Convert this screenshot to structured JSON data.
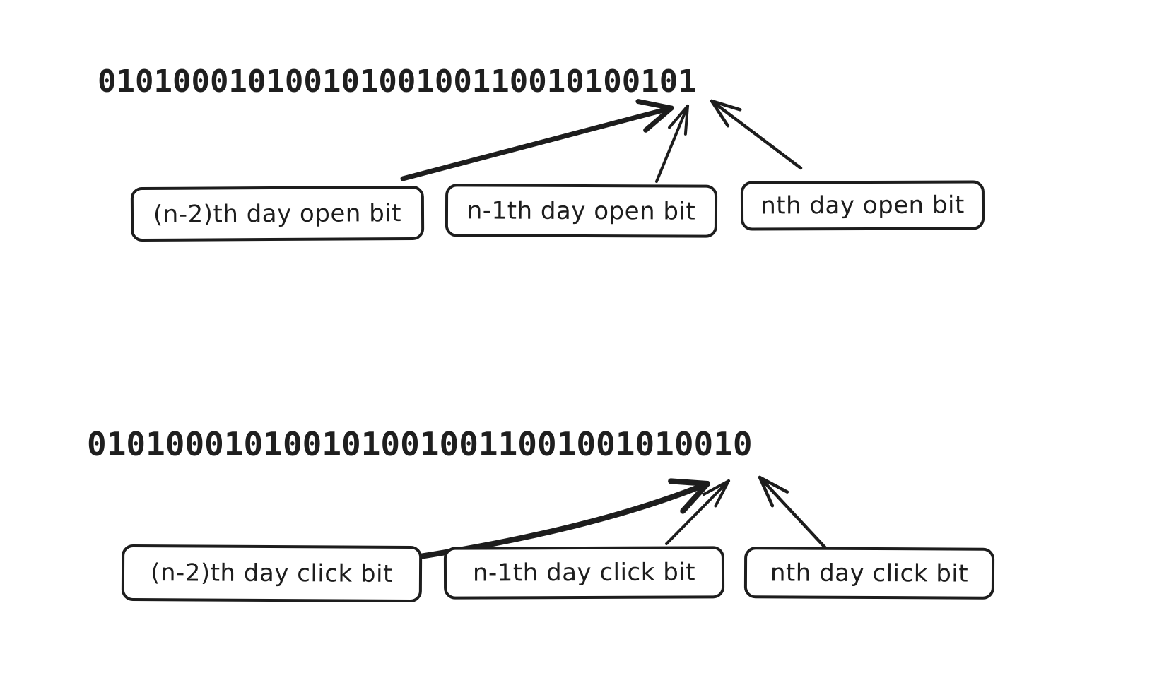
{
  "diagram": {
    "open_sequence": {
      "bits": "01010001010010100100110010100101",
      "labels": {
        "n_minus_2": "(n-2)th day open bit",
        "n_minus_1": "n-1th day open bit",
        "n": "nth day open bit"
      }
    },
    "click_sequence": {
      "bits": "0101000101001010010011001001010010",
      "labels": {
        "n_minus_2": "(n-2)th day click bit",
        "n_minus_1": "n-1th day click bit",
        "n": "nth day click bit"
      }
    },
    "colors": {
      "ink": "#1d1d1d",
      "background": "#ffffff"
    }
  }
}
